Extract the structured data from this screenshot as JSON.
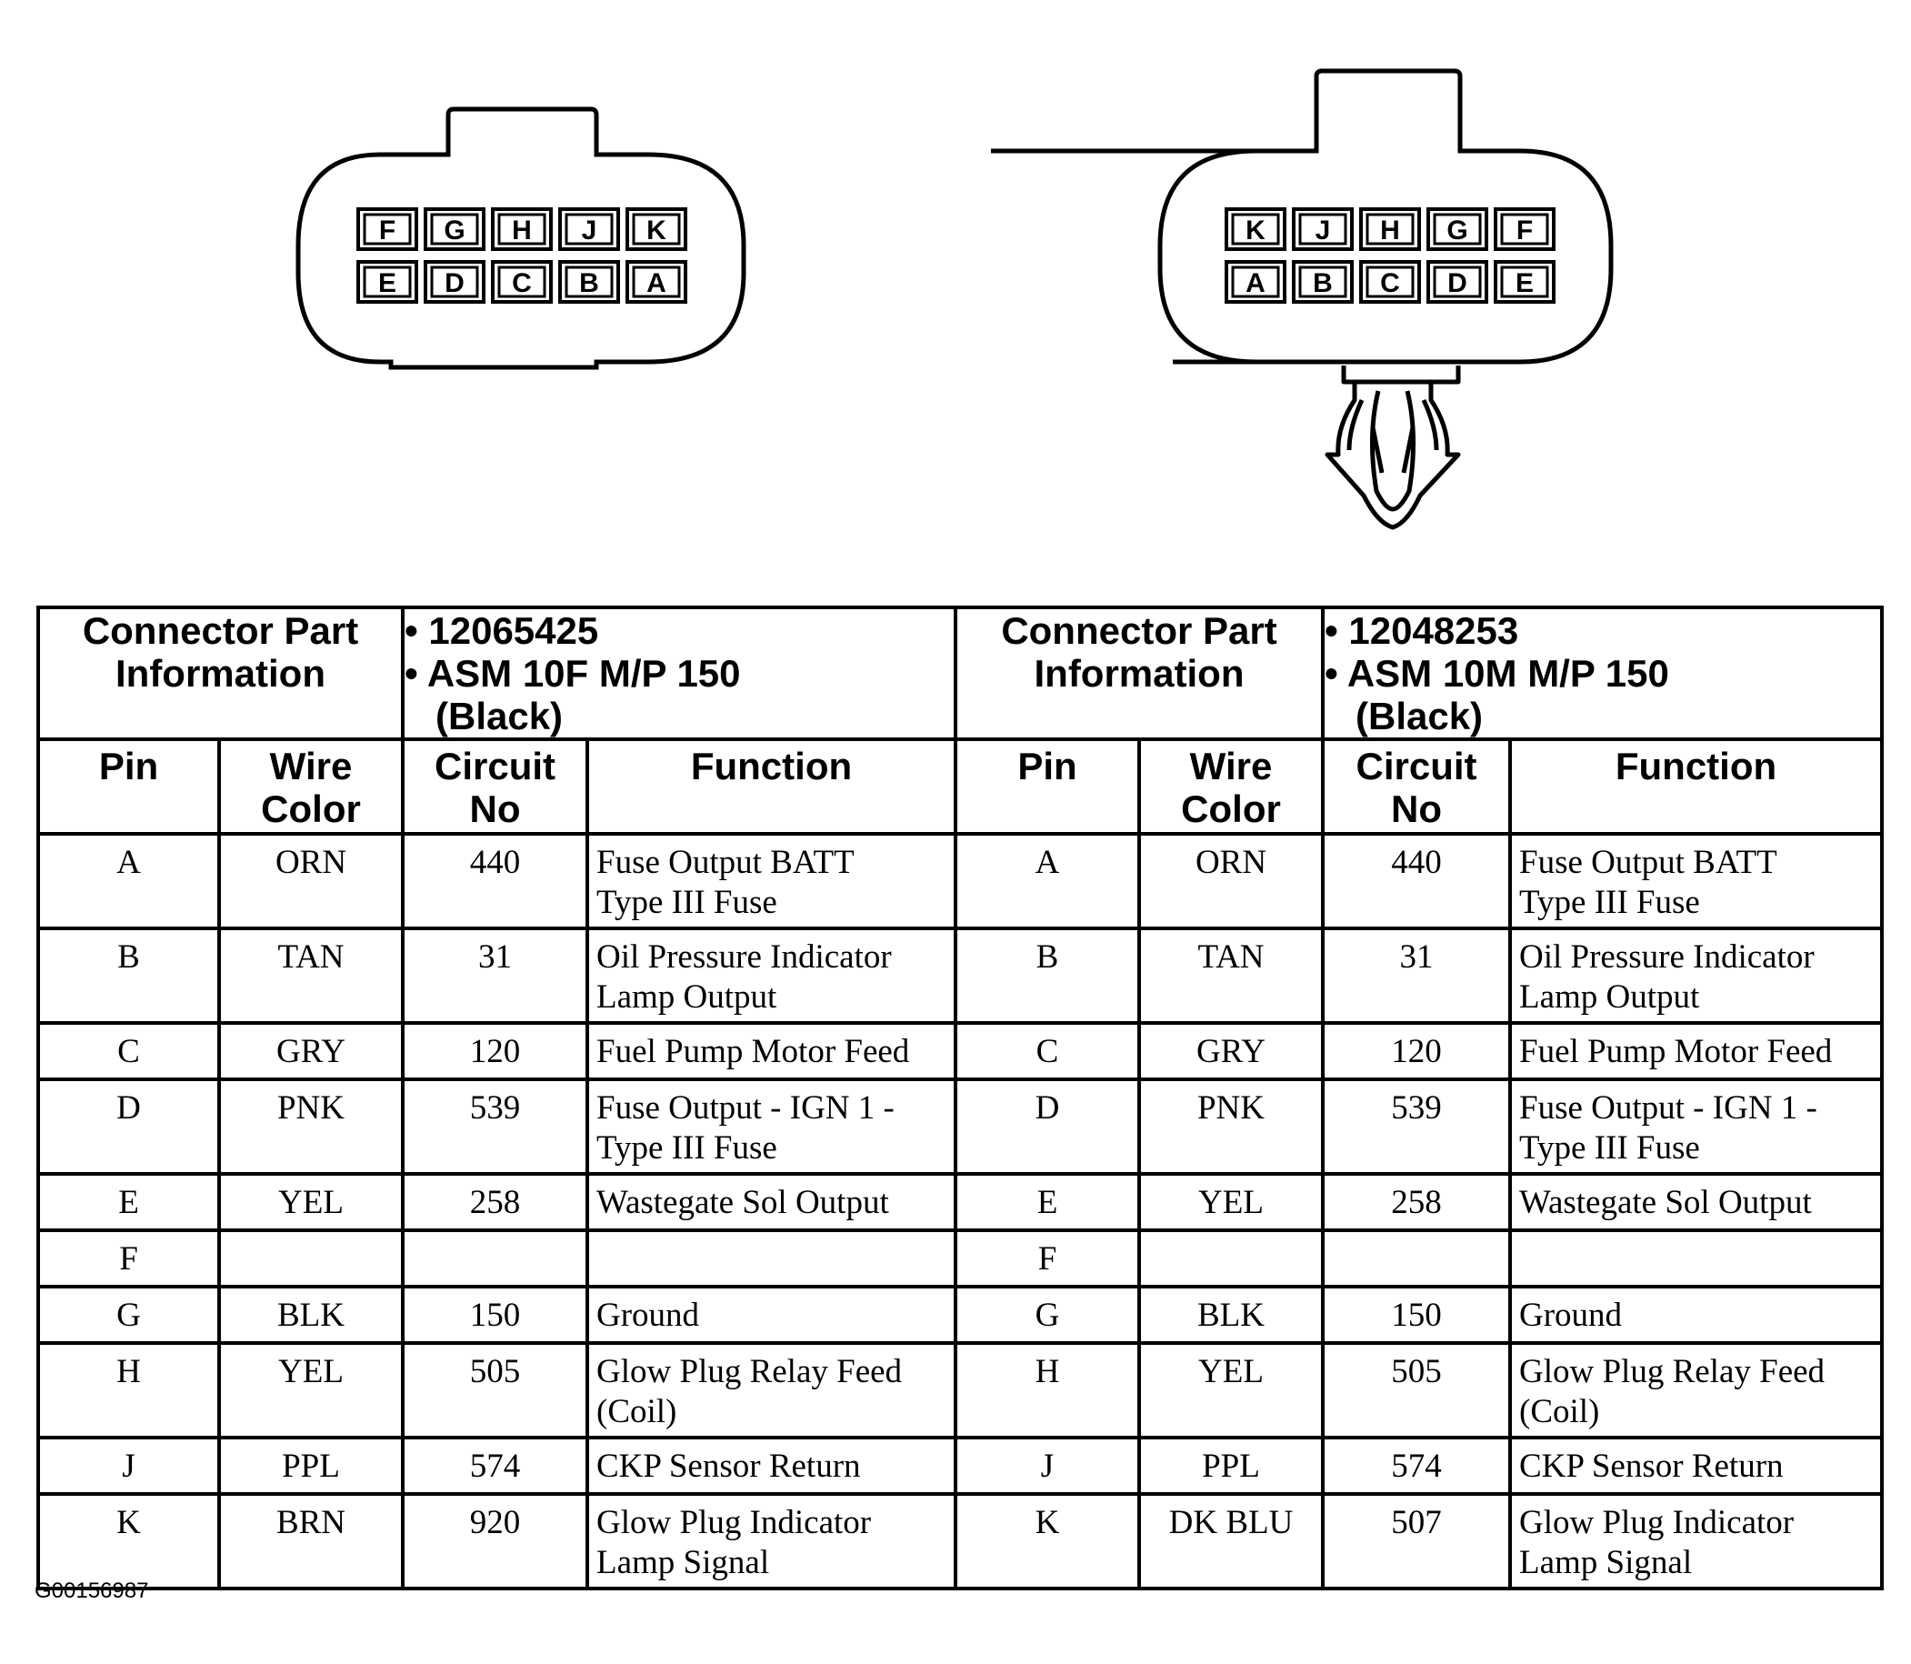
{
  "left_connector": {
    "top_row": [
      "F",
      "G",
      "H",
      "J",
      "K"
    ],
    "bottom_row": [
      "E",
      "D",
      "C",
      "B",
      "A"
    ]
  },
  "right_connector": {
    "top_row": [
      "K",
      "J",
      "H",
      "G",
      "F"
    ],
    "bottom_row": [
      "A",
      "B",
      "C",
      "D",
      "E"
    ]
  },
  "header": {
    "label": [
      "Connector Part",
      "Information"
    ],
    "left_part": [
      "12065425",
      "ASM 10F M/P 150",
      "(Black)"
    ],
    "right_part": [
      "12048253",
      "ASM 10M M/P 150",
      "(Black)"
    ]
  },
  "columns": {
    "pin": "Pin",
    "wire_color": [
      "Wire",
      "Color"
    ],
    "circuit_no": [
      "Circuit",
      "No"
    ],
    "function": "Function"
  },
  "rows": [
    {
      "pin": "A",
      "left": {
        "color": "ORN",
        "circuit": "440",
        "function": [
          "Fuse Output BATT",
          "Type III Fuse"
        ]
      },
      "right": {
        "color": "ORN",
        "circuit": "440",
        "function": [
          "Fuse Output BATT",
          "Type III Fuse"
        ]
      }
    },
    {
      "pin": "B",
      "left": {
        "color": "TAN",
        "circuit": "31",
        "function": [
          "Oil Pressure Indicator",
          "Lamp Output"
        ]
      },
      "right": {
        "color": "TAN",
        "circuit": "31",
        "function": [
          "Oil Pressure Indicator",
          "Lamp Output"
        ]
      }
    },
    {
      "pin": "C",
      "left": {
        "color": "GRY",
        "circuit": "120",
        "function": [
          "Fuel Pump Motor Feed"
        ]
      },
      "right": {
        "color": "GRY",
        "circuit": "120",
        "function": [
          "Fuel Pump Motor Feed"
        ]
      }
    },
    {
      "pin": "D",
      "left": {
        "color": "PNK",
        "circuit": "539",
        "function": [
          "Fuse Output - IGN 1 -",
          "Type III Fuse"
        ]
      },
      "right": {
        "color": "PNK",
        "circuit": "539",
        "function": [
          "Fuse Output - IGN 1 -",
          "Type III Fuse"
        ]
      }
    },
    {
      "pin": "E",
      "left": {
        "color": "YEL",
        "circuit": "258",
        "function": [
          "Wastegate Sol Output"
        ]
      },
      "right": {
        "color": "YEL",
        "circuit": "258",
        "function": [
          "Wastegate Sol Output"
        ]
      }
    },
    {
      "pin": "F",
      "left": {
        "color": "",
        "circuit": "",
        "function": [
          ""
        ]
      },
      "right": {
        "color": "",
        "circuit": "",
        "function": [
          ""
        ]
      }
    },
    {
      "pin": "G",
      "left": {
        "color": "BLK",
        "circuit": "150",
        "function": [
          "Ground"
        ]
      },
      "right": {
        "color": "BLK",
        "circuit": "150",
        "function": [
          "Ground"
        ]
      }
    },
    {
      "pin": "H",
      "left": {
        "color": "YEL",
        "circuit": "505",
        "function": [
          "Glow Plug Relay Feed",
          "(Coil)"
        ]
      },
      "right": {
        "color": "YEL",
        "circuit": "505",
        "function": [
          "Glow Plug Relay Feed",
          "(Coil)"
        ]
      }
    },
    {
      "pin": "J",
      "left": {
        "color": "PPL",
        "circuit": "574",
        "function": [
          "CKP Sensor Return"
        ]
      },
      "right": {
        "color": "PPL",
        "circuit": "574",
        "function": [
          "CKP Sensor Return"
        ]
      }
    },
    {
      "pin": "K",
      "left": {
        "color": "BRN",
        "circuit": "920",
        "function": [
          "Glow Plug Indicator",
          "Lamp Signal"
        ]
      },
      "right": {
        "color": "DK BLU",
        "circuit": "507",
        "function": [
          "Glow Plug Indicator",
          "Lamp Signal"
        ]
      }
    }
  ],
  "figure_id": "G00156987"
}
